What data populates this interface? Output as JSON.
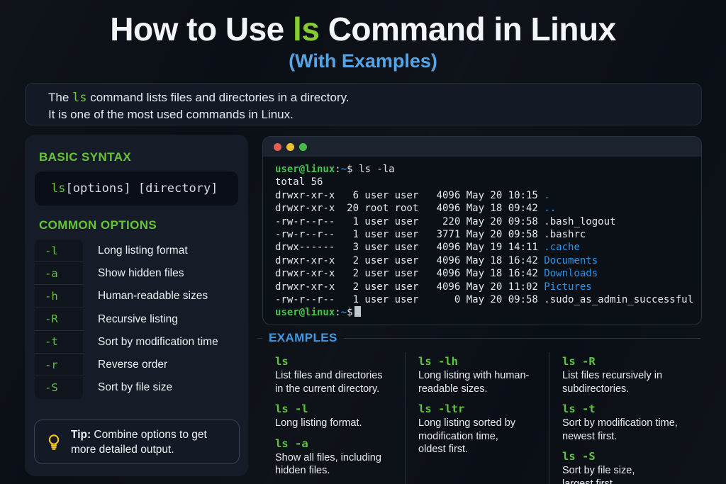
{
  "header": {
    "title_pre": "How to Use ",
    "title_highlight": "ls",
    "title_post": " Command in Linux",
    "subtitle": "(With Examples)"
  },
  "intro": {
    "line1_pre": "The ",
    "line1_code": "ls",
    "line1_post": " command lists files and directories in a directory.",
    "line2": "It is one of the most used commands in Linux."
  },
  "left_panel": {
    "basic_syntax_title": "BASIC SYNTAX",
    "syntax_cmd": "ls",
    "syntax_rest": " [options] [directory]",
    "common_options_title": "COMMON OPTIONS",
    "options": [
      {
        "flag": "-l",
        "desc": "Long listing format"
      },
      {
        "flag": "-a",
        "desc": "Show hidden files"
      },
      {
        "flag": "-h",
        "desc": "Human-readable sizes"
      },
      {
        "flag": "-R",
        "desc": "Recursive listing"
      },
      {
        "flag": "-t",
        "desc": "Sort by modification time"
      },
      {
        "flag": "-r",
        "desc": "Reverse order"
      },
      {
        "flag": "-S",
        "desc": "Sort by file size"
      }
    ],
    "tip_label": "Tip:",
    "tip_text": " Combine options to get more detailed output."
  },
  "terminal": {
    "window_dots": [
      "close",
      "minimize",
      "maximize"
    ],
    "prompt_user": "user@linux",
    "prompt_colon": ":",
    "prompt_path": "~",
    "prompt_dollar": "$",
    "command": " ls -la",
    "total_line": "total 56",
    "rows": [
      {
        "pre": "drwxr-xr-x   6 user user   4096 May 20 10:15 ",
        "name": ".",
        "blue": true
      },
      {
        "pre": "drwxr-xr-x  20 root root   4096 May 18 09:42 ",
        "name": "..",
        "blue": true
      },
      {
        "pre": "-rw-r--r--   1 user user    220 May 20 09:58 ",
        "name": ".bash_logout",
        "blue": false
      },
      {
        "pre": "-rw-r--r--   1 user user   3771 May 20 09:58 ",
        "name": ".bashrc",
        "blue": false
      },
      {
        "pre": "drwx------   3 user user   4096 May 19 14:11 ",
        "name": ".cache",
        "blue": true
      },
      {
        "pre": "drwxr-xr-x   2 user user   4096 May 18 16:42 ",
        "name": "Documents",
        "blue": true
      },
      {
        "pre": "drwxr-xr-x   2 user user   4096 May 18 16:42 ",
        "name": "Downloads",
        "blue": true
      },
      {
        "pre": "drwxr-xr-x   2 user user   4096 May 20 11:02 ",
        "name": "Pictures",
        "blue": true
      },
      {
        "pre": "-rw-r--r--   1 user user      0 May 20 09:58 ",
        "name": ".sudo_as_admin_successful",
        "blue": false
      }
    ]
  },
  "examples": {
    "title": "EXAMPLES",
    "columns": [
      [
        {
          "cmd": "ls",
          "desc": "List files and directories\nin the current directory."
        },
        {
          "cmd": "ls -l",
          "desc": "Long listing format."
        },
        {
          "cmd": "ls -a",
          "desc": "Show all files, including\nhidden files."
        }
      ],
      [
        {
          "cmd": "ls -lh",
          "desc": "Long listing with human-\nreadable sizes."
        },
        {
          "cmd": "ls -ltr",
          "desc": "Long listing sorted by\nmodification time,\noldest first."
        }
      ],
      [
        {
          "cmd": "ls -R",
          "desc": "List files recursively in\nsubdirectories."
        },
        {
          "cmd": "ls -t",
          "desc": "Sort by modification time,\nnewest first."
        },
        {
          "cmd": "ls -S",
          "desc": "Sort by file size,\nlargest first."
        }
      ]
    ]
  },
  "colors": {
    "accent_green": "#85cc30",
    "header_green": "#66c437",
    "accent_blue": "#54a4e6",
    "terminal_file_blue": "#2496ee",
    "prompt_green": "#42c24b",
    "tip_yellow": "#f2c51c",
    "dot_red": "#e85e52",
    "dot_yellow": "#f2c12e",
    "dot_green": "#47bb47"
  }
}
